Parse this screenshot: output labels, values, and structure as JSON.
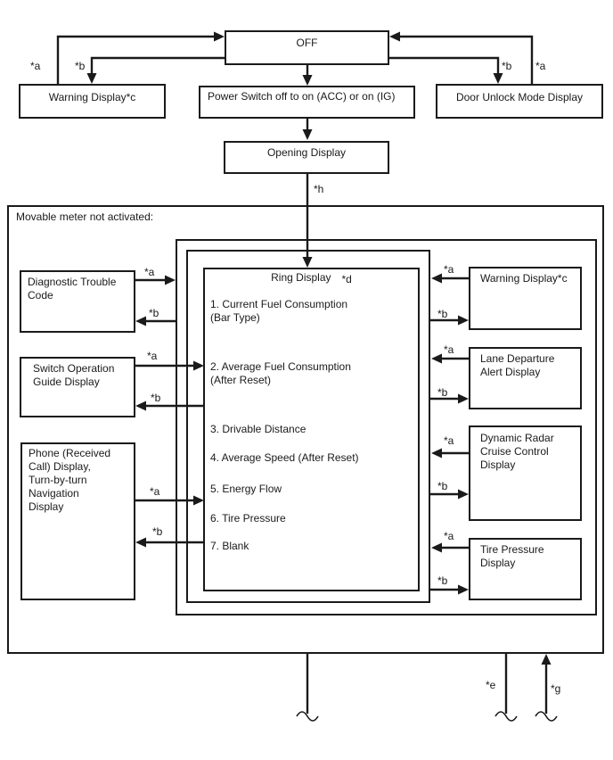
{
  "section_label": "Movable meter not activated:",
  "markers": {
    "a": "*a",
    "b": "*b",
    "d": "*d",
    "e": "*e",
    "g": "*g",
    "h": "*h"
  },
  "top": {
    "off": "OFF",
    "warning": "Warning Display*c",
    "power_switch": "Power Switch off to on (ACC) or on (IG)",
    "door_unlock": "Door Unlock Mode Display",
    "opening": "Opening Display"
  },
  "ring_display": {
    "title": "Ring Display",
    "items": [
      "1. Current Fuel Consumption\n(Bar Type)",
      "2. Average Fuel Consumption\n(After Reset)",
      "3. Drivable Distance",
      "4. Average Speed (After Reset)",
      "5. Energy Flow",
      "6. Tire Pressure",
      "7. Blank"
    ]
  },
  "left_column": {
    "diagnostic": "Diagnostic Trouble\nCode",
    "switch_guide": "Switch Operation\nGuide Display",
    "phone": "Phone (Received\nCall) Display,\nTurn-by-turn\nNavigation\nDisplay"
  },
  "right_column": {
    "warning": "Warning Display*c",
    "lane": "Lane Departure\nAlert Display",
    "radar": "Dynamic Radar\nCruise Control\nDisplay",
    "tire": "Tire Pressure\nDisplay"
  }
}
